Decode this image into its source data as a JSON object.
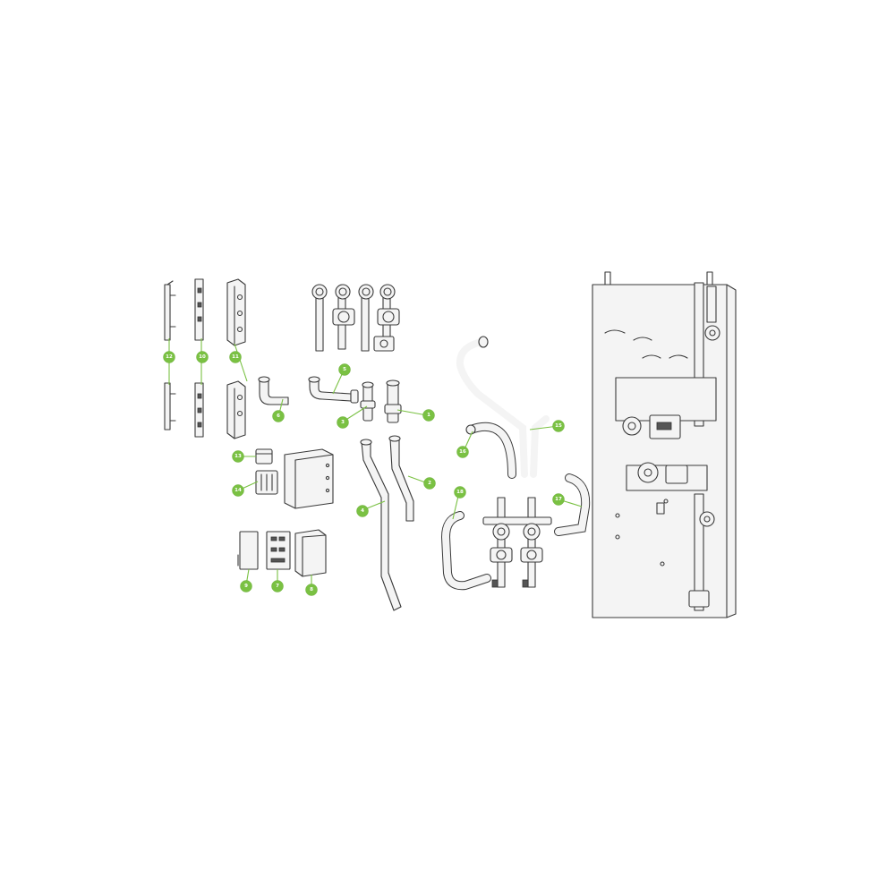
{
  "badge_color": "#7ac143",
  "callouts": [
    {
      "id": "c1",
      "label": "1"
    },
    {
      "id": "c2",
      "label": "2"
    },
    {
      "id": "c3",
      "label": "3"
    },
    {
      "id": "c4",
      "label": "4"
    },
    {
      "id": "c5",
      "label": "5"
    },
    {
      "id": "c6",
      "label": "6"
    },
    {
      "id": "c7",
      "label": "7"
    },
    {
      "id": "c8",
      "label": "8"
    },
    {
      "id": "c9",
      "label": "9"
    },
    {
      "id": "c10",
      "label": "10"
    },
    {
      "id": "c11",
      "label": "11"
    },
    {
      "id": "c12",
      "label": "12"
    },
    {
      "id": "c13",
      "label": "13"
    },
    {
      "id": "c14",
      "label": "14"
    },
    {
      "id": "c15",
      "label": "15"
    },
    {
      "id": "c16",
      "label": "16"
    },
    {
      "id": "c17",
      "label": "17"
    },
    {
      "id": "c18",
      "label": "18"
    }
  ]
}
